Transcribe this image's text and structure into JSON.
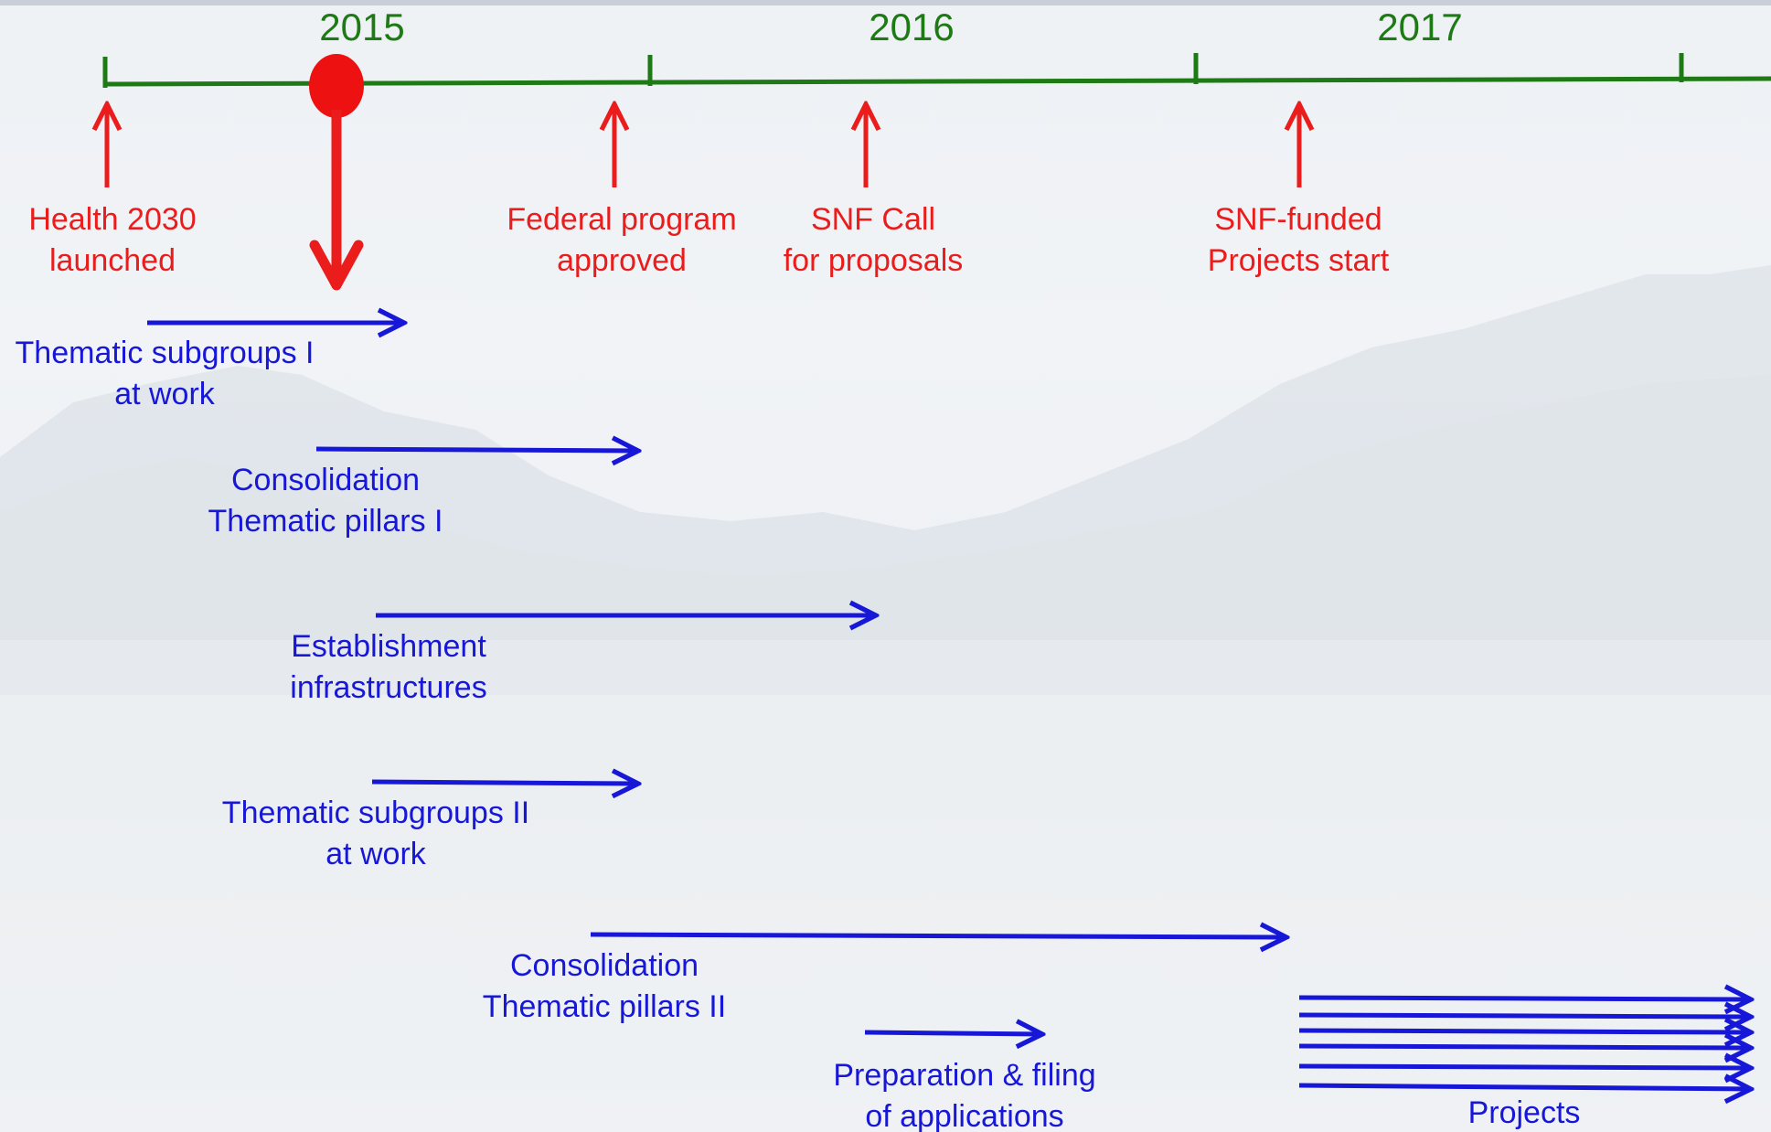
{
  "timeline": {
    "years": [
      "2015",
      "2016",
      "2017"
    ]
  },
  "milestones": [
    {
      "line1": "Health 2030",
      "line2": "launched"
    },
    {
      "line1": "Federal program",
      "line2": "approved"
    },
    {
      "line1": "SNF Call",
      "line2": "for proposals"
    },
    {
      "line1": "SNF-funded",
      "line2": "Projects start"
    }
  ],
  "activities": [
    {
      "line1": "Thematic subgroups I",
      "line2": "at work"
    },
    {
      "line1": "Consolidation",
      "line2": "Thematic pillars I"
    },
    {
      "line1": "Establishment",
      "line2": "infrastructures"
    },
    {
      "line1": "Thematic subgroups II",
      "line2": "at work"
    },
    {
      "line1": "Consolidation",
      "line2": "Thematic pillars II"
    },
    {
      "line1": "Preparation & filing",
      "line2": "of applications"
    },
    {
      "line1": "Projects",
      "line2": ""
    }
  ],
  "colors": {
    "timeline": "#1e7a14",
    "milestone": "#ea1c1c",
    "activity": "#1717d8"
  }
}
